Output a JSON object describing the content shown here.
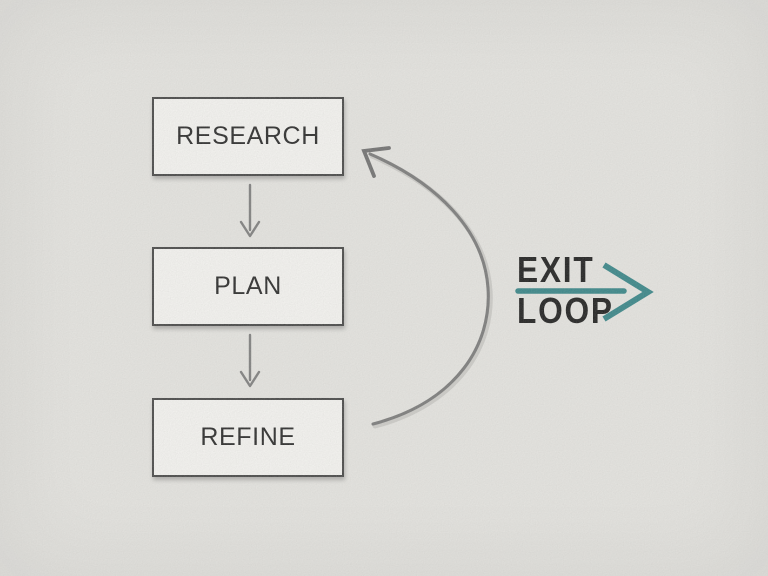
{
  "meta": {
    "type": "flow-diagram",
    "description": "Three-step loop: RESEARCH to PLAN to REFINE, looping back to RESEARCH, with an EXIT LOOP branch arrow"
  },
  "diagram": {
    "nodes": [
      {
        "id": "research",
        "label": "RESEARCH"
      },
      {
        "id": "plan",
        "label": "PLAN"
      },
      {
        "id": "refine",
        "label": "REFINE"
      }
    ],
    "exit": {
      "line1": "EXIT",
      "line2": "LOOP"
    },
    "icons": {
      "flow_arrow_1": "down-arrow",
      "flow_arrow_2": "down-arrow",
      "loop_arrow": "curved-arrow-refine-to-research",
      "exit_arrow": "right-arrow"
    },
    "colors": {
      "background": "#eae9e5",
      "box_fill": "#fbfaf7",
      "box_border": "#3d3d3d",
      "box_text": "#1d1d1d",
      "arrow_gray": "#7a7a7a",
      "accent_teal": "#2d8184",
      "exit_text": "#111111"
    }
  }
}
